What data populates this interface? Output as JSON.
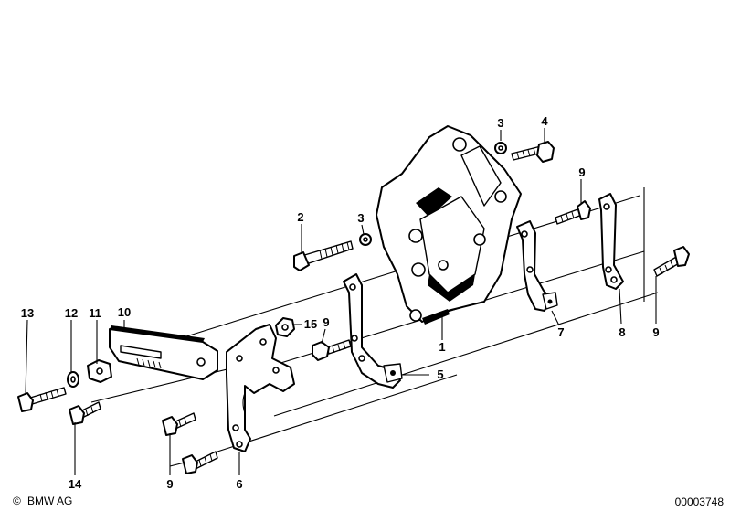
{
  "callouts": {
    "c1": "1",
    "c2": "2",
    "c3a": "3",
    "c3b": "3",
    "c4": "4",
    "c5": "5",
    "c6": "6",
    "c7": "7",
    "c8": "8",
    "c9a": "9",
    "c9b": "9",
    "c9c": "9",
    "c9d": "9",
    "c10": "10",
    "c11": "11",
    "c12": "12",
    "c13": "13",
    "c14": "14",
    "c15": "15"
  },
  "footer": {
    "copyright_symbol": "©",
    "brand": "BMW AG",
    "diagram_number": "00003748"
  }
}
